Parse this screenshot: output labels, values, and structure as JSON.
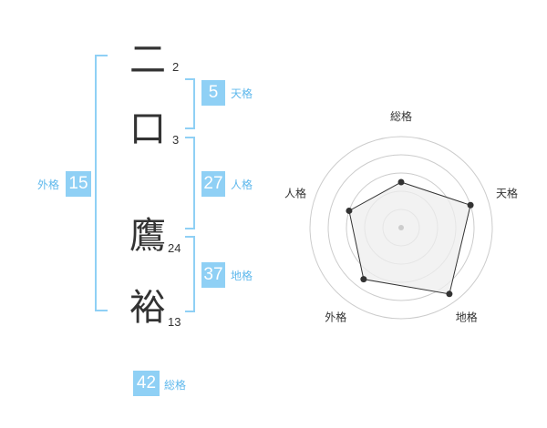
{
  "name": {
    "characters": [
      {
        "char": "二",
        "strokes": "2"
      },
      {
        "char": "口",
        "strokes": "3"
      },
      {
        "char": "鷹",
        "strokes": "24"
      },
      {
        "char": "裕",
        "strokes": "13"
      }
    ]
  },
  "fortunes": {
    "tenkaku": {
      "value": "5",
      "label": "天格"
    },
    "jinkaku": {
      "value": "27",
      "label": "人格"
    },
    "chikaku": {
      "value": "37",
      "label": "地格"
    },
    "gaikaku": {
      "value": "15",
      "label": "外格"
    },
    "soukaku": {
      "value": "42",
      "label": "総格"
    }
  },
  "chart_data": {
    "type": "radar",
    "axes": [
      "総格",
      "天格",
      "地格",
      "外格",
      "人格"
    ],
    "scale_max": 5,
    "values": [
      2.5,
      4.0,
      4.5,
      3.5,
      3.0
    ],
    "grid": true,
    "colors": {
      "fill": "#eeeeee",
      "line": "#333333",
      "grid": "#cccccc",
      "center": "#cccccc"
    }
  },
  "colors": {
    "accent": "#8fd0f5",
    "accent_text": "#5fb8ec",
    "text": "#333333"
  }
}
